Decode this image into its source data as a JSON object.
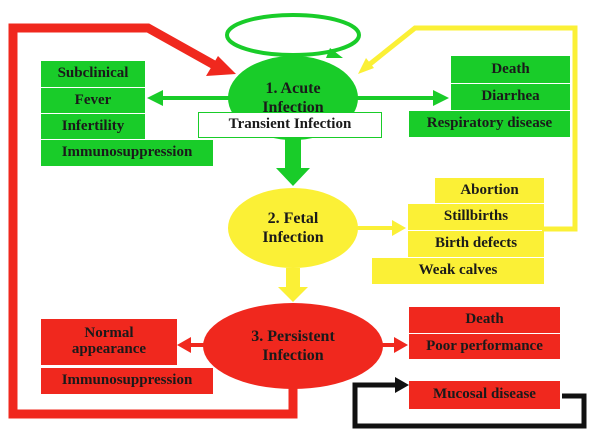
{
  "colors": {
    "acute": "#19cc29",
    "fetal": "#fbf036",
    "persistent": "#f0281e",
    "mucosal_loop": "#111111"
  },
  "nodes": {
    "acute": {
      "label_line1": "1. Acute",
      "label_line2": "Infection"
    },
    "fetal": {
      "label_line1": "2. Fetal",
      "label_line2": "Infection"
    },
    "persistent": {
      "label_line1": "3. Persistent",
      "label_line2": "Infection"
    }
  },
  "transient": "Transient Infection",
  "acute_left": [
    "Subclinical",
    "Fever",
    "Infertility",
    "Immunosuppression"
  ],
  "acute_right": [
    "Death",
    "Diarrhea",
    "Respiratory disease"
  ],
  "fetal_right": [
    "Abortion",
    "Stillbirths",
    "Birth defects",
    "Weak calves"
  ],
  "persistent_left": {
    "normal_line1": "Normal",
    "normal_line2": "appearance",
    "immuno": "Immunosuppression"
  },
  "persistent_right": [
    "Death",
    "Poor performance"
  ],
  "mucosal": "Mucosal disease"
}
